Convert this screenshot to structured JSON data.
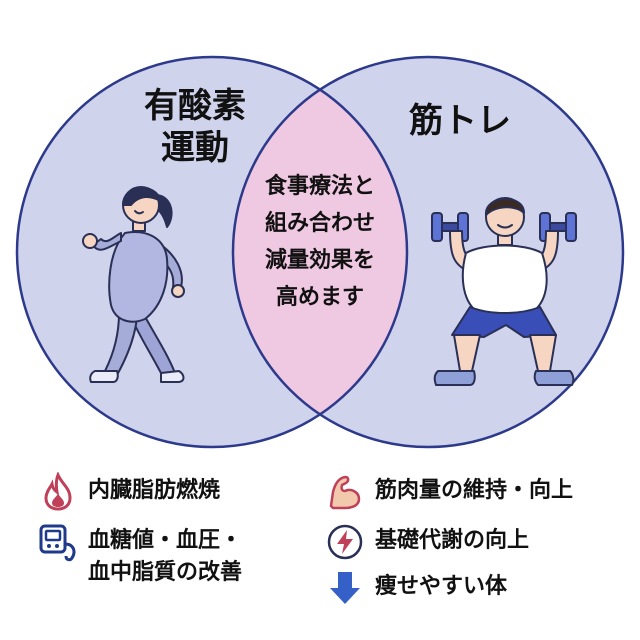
{
  "venn": {
    "left_title": [
      "有酸素",
      "運動"
    ],
    "right_title": "筋トレ",
    "overlap_lines": [
      "食事療法と",
      "組み合わせ",
      "減量効果を",
      "高めます"
    ],
    "colors": {
      "circle_fill": "#cfd3ec",
      "circle_stroke": "#2d3a8c",
      "overlap_fill": "#efc8e1"
    }
  },
  "figures": {
    "left": "walking-woman",
    "right": "squatting-man-with-dumbbells"
  },
  "legend": {
    "left": [
      {
        "icon": "flame-icon",
        "text": "内臓脂肪燃焼"
      },
      {
        "icon": "blood-pressure-monitor-icon",
        "lines": [
          "血糖値・血圧・",
          "血中脂質の改善"
        ]
      }
    ],
    "right": [
      {
        "icon": "flexed-arm-icon",
        "text": "筋肉量の維持・向上"
      },
      {
        "icon": "lightning-bolt-icon",
        "text": "基礎代謝の向上"
      },
      {
        "icon": "down-arrow-icon",
        "text": "痩せやすい体"
      }
    ]
  }
}
